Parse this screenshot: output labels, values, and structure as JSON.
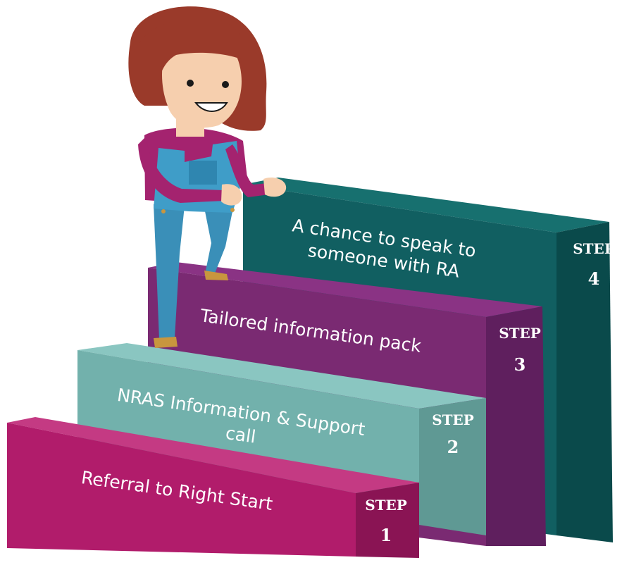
{
  "steps": [
    {
      "number": "1",
      "tag": "STEP",
      "lines": [
        "Referral to Right Start"
      ],
      "color": "#a8175f"
    },
    {
      "number": "2",
      "tag": "STEP",
      "lines": [
        "NRAS Information & Support",
        "call"
      ],
      "color": "#6aaba6"
    },
    {
      "number": "3",
      "tag": "STEP",
      "lines": [
        "Tailored information pack"
      ],
      "color": "#7a2a72"
    },
    {
      "number": "4",
      "tag": "STEP",
      "lines": [
        "A chance to speak to",
        "someone with RA"
      ],
      "color": "#0f5a5c"
    }
  ]
}
